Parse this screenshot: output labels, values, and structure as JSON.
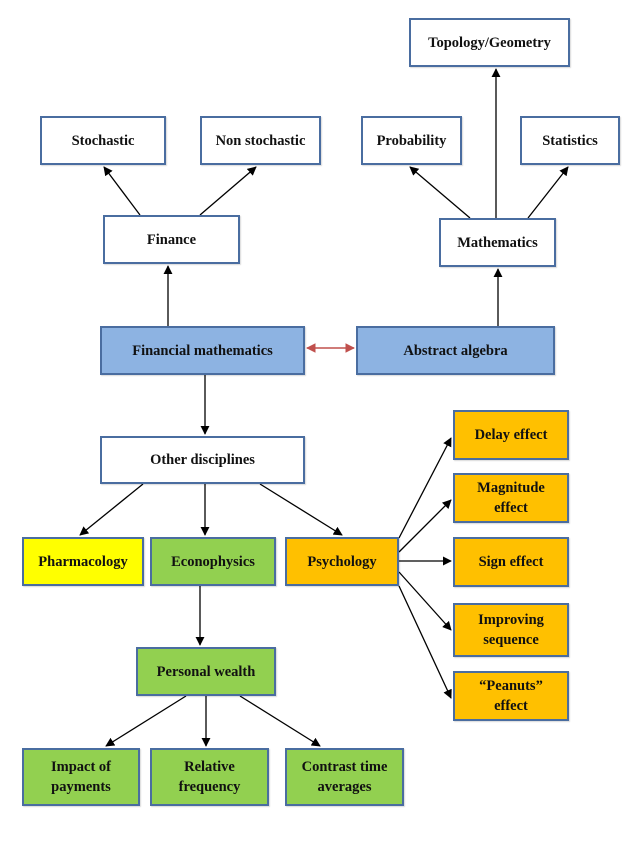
{
  "colors": {
    "white": "#ffffff",
    "blue": "#8db3e2",
    "yellow": "#ffff00",
    "green": "#92d050",
    "orange": "#ffc000",
    "border": "#4a6da0",
    "arrow": "#000000",
    "bidirectional_arrow": "#c0504d"
  },
  "nodes": [
    {
      "id": "topology-geometry",
      "label": "Topology/Geometry",
      "fill": "white"
    },
    {
      "id": "stochastic",
      "label": "Stochastic",
      "fill": "white"
    },
    {
      "id": "non-stochastic",
      "label": "Non stochastic",
      "fill": "white"
    },
    {
      "id": "probability",
      "label": "Probability",
      "fill": "white"
    },
    {
      "id": "statistics",
      "label": "Statistics",
      "fill": "white"
    },
    {
      "id": "finance",
      "label": "Finance",
      "fill": "white"
    },
    {
      "id": "mathematics",
      "label": "Mathematics",
      "fill": "white"
    },
    {
      "id": "financial-mathematics",
      "label": "Financial mathematics",
      "fill": "blue"
    },
    {
      "id": "abstract-algebra",
      "label": "Abstract algebra",
      "fill": "blue"
    },
    {
      "id": "other-disciplines",
      "label": "Other disciplines",
      "fill": "white"
    },
    {
      "id": "pharmacology",
      "label": "Pharmacology",
      "fill": "yellow"
    },
    {
      "id": "econophysics",
      "label": "Econophysics",
      "fill": "green"
    },
    {
      "id": "psychology",
      "label": "Psychology",
      "fill": "orange"
    },
    {
      "id": "delay-effect",
      "label": "Delay effect",
      "fill": "orange"
    },
    {
      "id": "magnitude-effect",
      "label": "Magnitude\neffect",
      "fill": "orange"
    },
    {
      "id": "sign-effect",
      "label": "Sign effect",
      "fill": "orange"
    },
    {
      "id": "improving-sequence",
      "label": "Improving\nsequence",
      "fill": "orange"
    },
    {
      "id": "peanuts-effect",
      "label": "“Peanuts”\neffect",
      "fill": "orange"
    },
    {
      "id": "personal-wealth",
      "label": "Personal wealth",
      "fill": "green"
    },
    {
      "id": "impact-of-payments",
      "label": "Impact of\npayments",
      "fill": "green"
    },
    {
      "id": "relative-frequency",
      "label": "Relative\nfrequency",
      "fill": "green"
    },
    {
      "id": "contrast-time-averages",
      "label": "Contrast time\naverages",
      "fill": "green"
    }
  ],
  "edges": [
    {
      "from": "finance",
      "to": "stochastic",
      "type": "arrow"
    },
    {
      "from": "finance",
      "to": "non-stochastic",
      "type": "arrow"
    },
    {
      "from": "financial-mathematics",
      "to": "finance",
      "type": "arrow"
    },
    {
      "from": "mathematics",
      "to": "probability",
      "type": "arrow"
    },
    {
      "from": "mathematics",
      "to": "topology-geometry",
      "type": "arrow"
    },
    {
      "from": "mathematics",
      "to": "statistics",
      "type": "arrow"
    },
    {
      "from": "abstract-algebra",
      "to": "mathematics",
      "type": "arrow"
    },
    {
      "from": "financial-mathematics",
      "to": "abstract-algebra",
      "type": "bidirectional"
    },
    {
      "from": "financial-mathematics",
      "to": "other-disciplines",
      "type": "arrow"
    },
    {
      "from": "other-disciplines",
      "to": "pharmacology",
      "type": "arrow"
    },
    {
      "from": "other-disciplines",
      "to": "econophysics",
      "type": "arrow"
    },
    {
      "from": "other-disciplines",
      "to": "psychology",
      "type": "arrow"
    },
    {
      "from": "psychology",
      "to": "delay-effect",
      "type": "arrow"
    },
    {
      "from": "psychology",
      "to": "magnitude-effect",
      "type": "arrow"
    },
    {
      "from": "psychology",
      "to": "sign-effect",
      "type": "arrow"
    },
    {
      "from": "psychology",
      "to": "improving-sequence",
      "type": "arrow"
    },
    {
      "from": "psychology",
      "to": "peanuts-effect",
      "type": "arrow"
    },
    {
      "from": "econophysics",
      "to": "personal-wealth",
      "type": "arrow"
    },
    {
      "from": "personal-wealth",
      "to": "impact-of-payments",
      "type": "arrow"
    },
    {
      "from": "personal-wealth",
      "to": "relative-frequency",
      "type": "arrow"
    },
    {
      "from": "personal-wealth",
      "to": "contrast-time-averages",
      "type": "arrow"
    }
  ]
}
